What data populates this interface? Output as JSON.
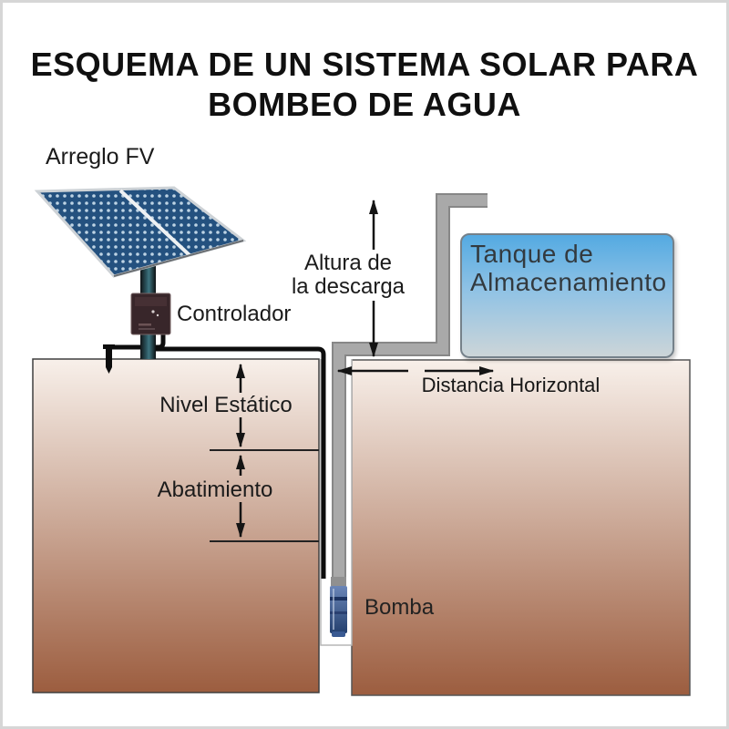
{
  "title": {
    "line1": "ESQUEMA DE UN SISTEMA SOLAR PARA",
    "line2": "BOMBEO DE AGUA"
  },
  "labels": {
    "arreglo_fv": "Arreglo FV",
    "controlador": "Controlador",
    "altura_line1": "Altura de",
    "altura_line2": "la descarga",
    "nivel_estatico": "Nivel Estático",
    "abatimiento": "Abatimiento",
    "distancia_horizontal": "Distancia Horizontal",
    "bomba": "Bomba"
  },
  "tank": {
    "line1": "Tanque de",
    "line2": "Almacenamiento"
  },
  "colors": {
    "ground_top": "#f8f0ea",
    "ground_bottom": "#9c5d3f",
    "tank_top": "#54aae2",
    "tank_bottom": "#ccd5d8",
    "panel_blue": "#24517f",
    "pipe_gray": "#a9a9a9",
    "cable_black": "#0d0d0d",
    "controller_body": "#38262a",
    "title_text": "#101010"
  }
}
